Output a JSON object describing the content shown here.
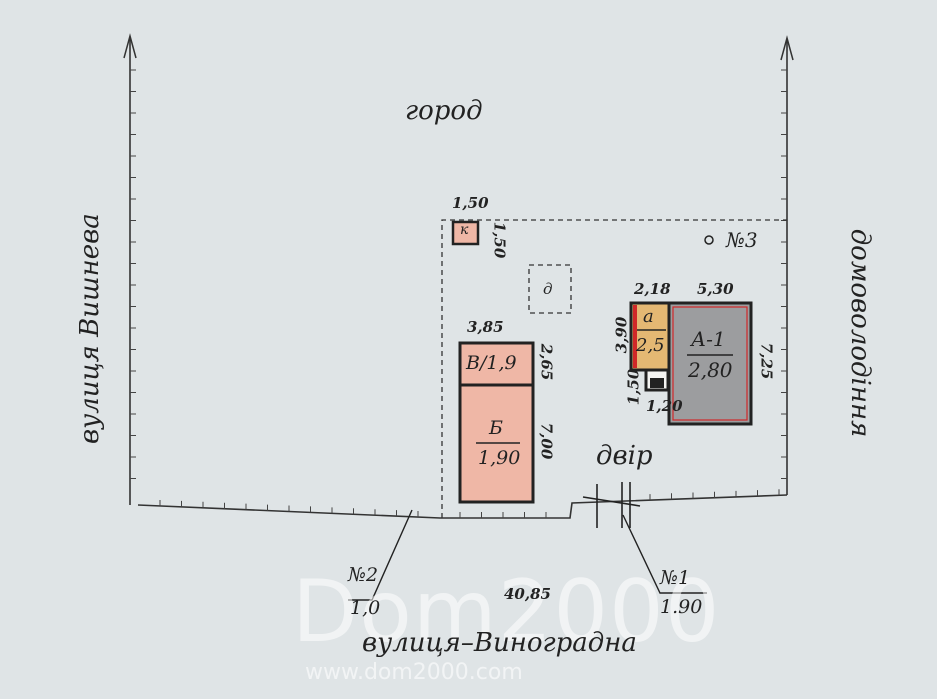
{
  "labels": {
    "garden": "город",
    "yard": "двір",
    "street_left": "вулиця Вишнева",
    "street_bottom": "вулиця–Виноградна",
    "neighbor_right": "домоволодіння",
    "point3": "№3",
    "pt1_no": "№1",
    "pt1_val": "1.90",
    "pt2_no": "№2",
    "pt2_val": "1,0",
    "total": "40,85"
  },
  "buildings": {
    "k": {
      "name": "к",
      "dim_top": "1,50",
      "dim_side": "1,50"
    },
    "d": {
      "name": "д"
    },
    "v": {
      "name": "В/1,9",
      "dim_top": "3,85",
      "dim_side": "2,65"
    },
    "b": {
      "name": "Б",
      "height": "1,90",
      "dim_side": "7,00"
    },
    "a": {
      "name": "а",
      "height": "2,5",
      "dim_top": "2,18",
      "dim_side": "3,90"
    },
    "a1": {
      "name": "А-1",
      "height": "2,80",
      "dim_top": "5,30",
      "dim_side": "7,25"
    },
    "porch": {
      "dim_side": "1,50",
      "dim_bottom": "1,20"
    }
  },
  "watermark": {
    "logo": "Dom2000",
    "url": "www.dom2000.com"
  },
  "colors": {
    "brick": "#efb7a6",
    "gray": "#9c9d9f",
    "amber": "#e4b873",
    "line": "#222222",
    "red": "#d02828"
  }
}
